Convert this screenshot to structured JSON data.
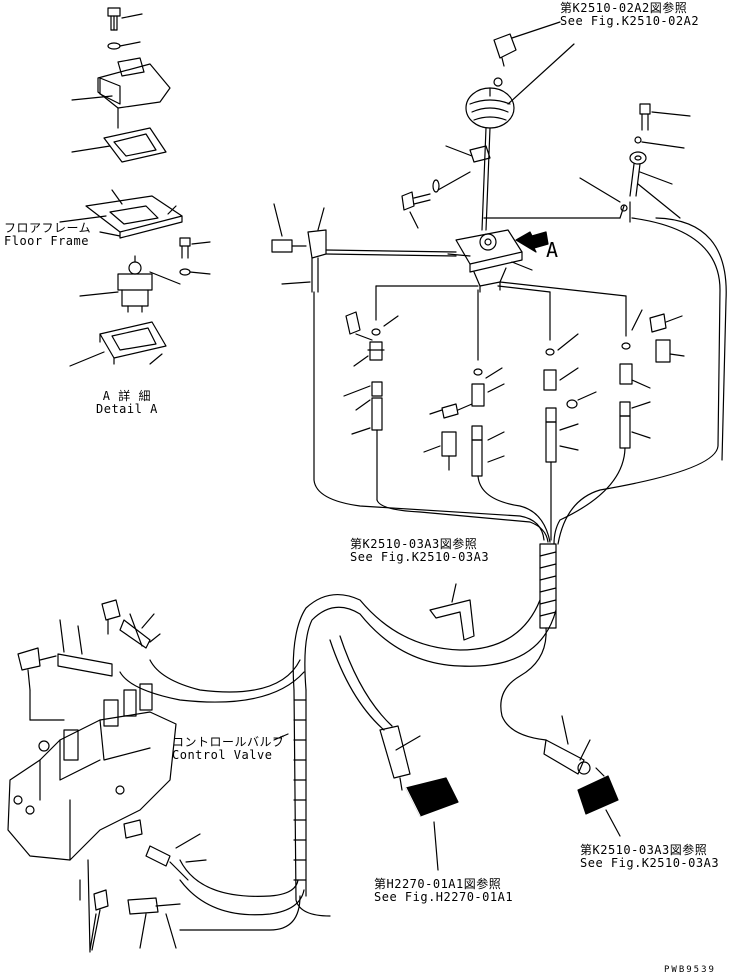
{
  "colors": {
    "ink": "#000000",
    "paper": "#ffffff"
  },
  "refs": {
    "joystick_top": {
      "jp": "第K2510-02A2図参照",
      "en": "See Fig.K2510-02A2"
    },
    "hose_bundle": {
      "jp": "第K2510-03A3図参照",
      "en": "See Fig.K2510-03A3"
    },
    "sensor": {
      "jp": "第H2270-01A1図参照",
      "en": "See Fig.H2270-01A1"
    },
    "valve_right": {
      "jp": "第K2510-03A3図参照",
      "en": "See Fig.K2510-03A3"
    }
  },
  "labels": {
    "floor_frame_jp": "フロアフレーム",
    "floor_frame_en": "Floor Frame",
    "detail_a_jp": "A 詳 細",
    "detail_a_en": "Detail A",
    "view_marker": "A",
    "control_valve_jp": "コントロールバルブ",
    "control_valve_en": "Control Valve"
  },
  "drawing_code": "PWB9539"
}
